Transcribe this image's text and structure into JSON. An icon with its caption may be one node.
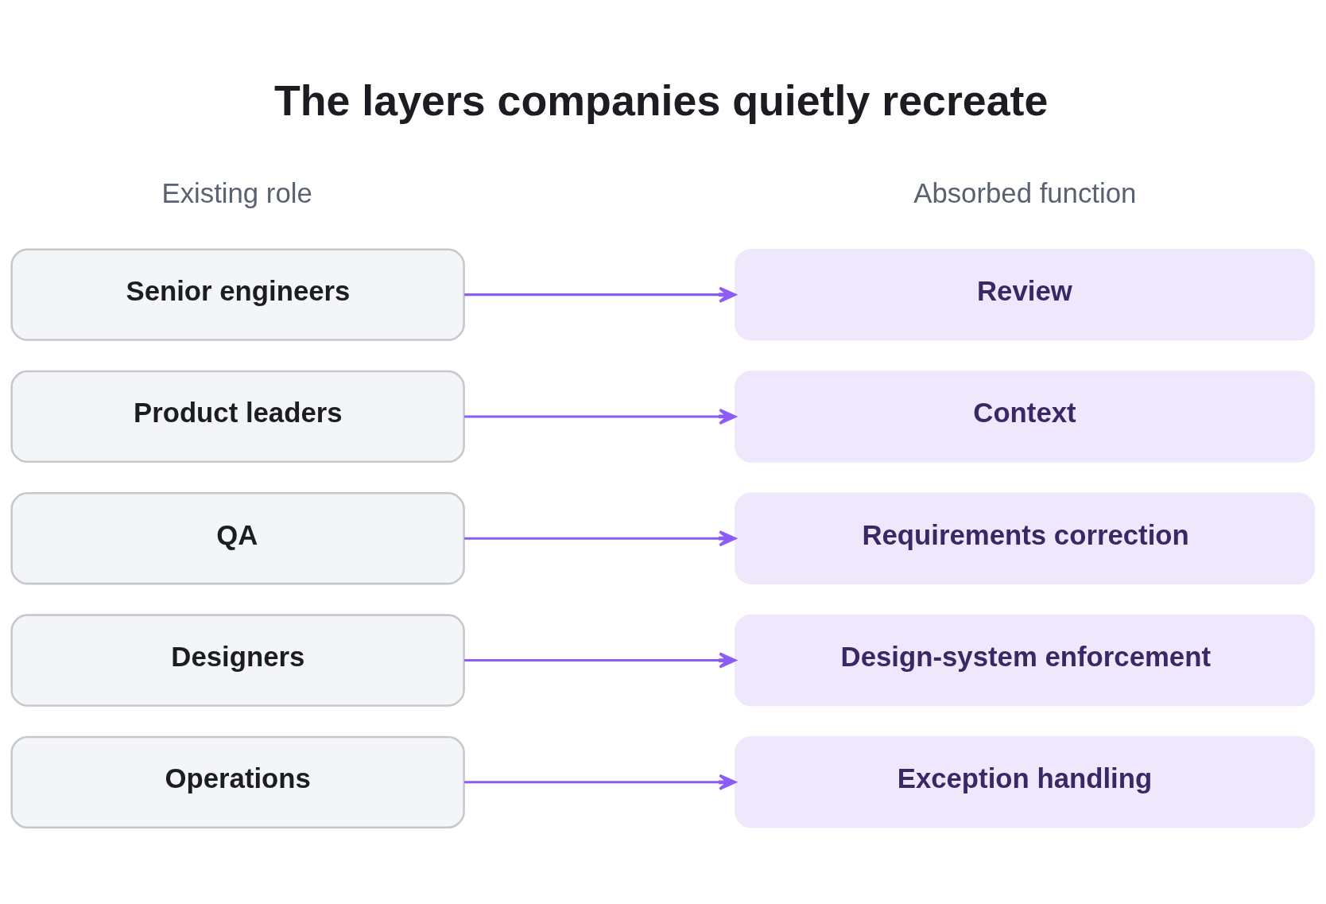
{
  "diagram": {
    "title": "The layers companies quietly recreate",
    "nodes": [
      {
        "text": [
          "Senior engineers"
        ]
      },
      {
        "text": [
          "Review"
        ]
      },
      {
        "text": [
          "Product leaders"
        ]
      },
      {
        "text": [
          "Context"
        ]
      },
      {
        "text": [
          "QA"
        ]
      },
      {
        "text": [
          "Requirements correction"
        ]
      },
      {
        "text": [
          "Designers"
        ]
      },
      {
        "text": [
          "Design-system enforcement"
        ]
      },
      {
        "text": [
          "Operations"
        ]
      },
      {
        "text": [
          "Exception handling"
        ]
      }
    ],
    "edges": [
      {
        "from": 0,
        "to": 1,
        "arrow": "to"
      },
      {
        "from": 2,
        "to": 3,
        "arrow": "to"
      },
      {
        "from": 4,
        "to": 5,
        "arrow": "to"
      },
      {
        "from": 6,
        "to": 7,
        "arrow": "to"
      },
      {
        "from": 8,
        "to": 9,
        "arrow": "to"
      }
    ],
    "labels": [
      "Existing role",
      "Absorbed function"
    ]
  }
}
